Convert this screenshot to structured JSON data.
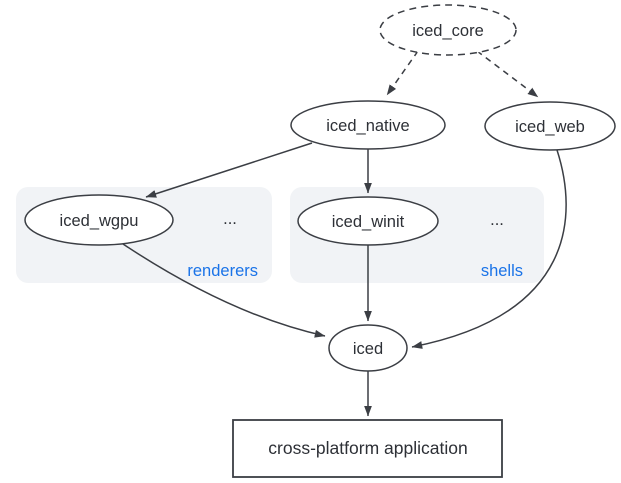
{
  "diagram": {
    "kind": "dependency-graph",
    "nodes": {
      "iced_core": {
        "label": "iced_core",
        "shape": "ellipse",
        "border": "dashed"
      },
      "iced_native": {
        "label": "iced_native",
        "shape": "ellipse",
        "border": "solid"
      },
      "iced_web": {
        "label": "iced_web",
        "shape": "ellipse",
        "border": "solid"
      },
      "iced_wgpu": {
        "label": "iced_wgpu",
        "shape": "ellipse",
        "border": "solid",
        "group": "renderers"
      },
      "iced_winit": {
        "label": "iced_winit",
        "shape": "ellipse",
        "border": "solid",
        "group": "shells"
      },
      "iced": {
        "label": "iced",
        "shape": "ellipse",
        "border": "solid"
      },
      "app": {
        "label": "cross-platform application",
        "shape": "rectangle",
        "border": "solid"
      }
    },
    "groups": {
      "renderers": {
        "label": "renderers",
        "ellipsis": "..."
      },
      "shells": {
        "label": "shells",
        "ellipsis": "..."
      }
    },
    "edges": [
      {
        "from": "iced_core",
        "to": "iced_native",
        "style": "dashed"
      },
      {
        "from": "iced_core",
        "to": "iced_web",
        "style": "dashed"
      },
      {
        "from": "iced_native",
        "to": "iced_wgpu",
        "style": "solid"
      },
      {
        "from": "iced_native",
        "to": "iced_winit",
        "style": "solid"
      },
      {
        "from": "iced_wgpu",
        "to": "iced",
        "style": "solid"
      },
      {
        "from": "iced_winit",
        "to": "iced",
        "style": "solid"
      },
      {
        "from": "iced_web",
        "to": "iced",
        "style": "solid"
      },
      {
        "from": "iced",
        "to": "app",
        "style": "solid"
      }
    ],
    "colors": {
      "stroke": "#3b3e44",
      "text": "#2d3036",
      "group_fill": "#f1f3f6",
      "group_label": "#1a73e8",
      "background": "#ffffff"
    }
  }
}
